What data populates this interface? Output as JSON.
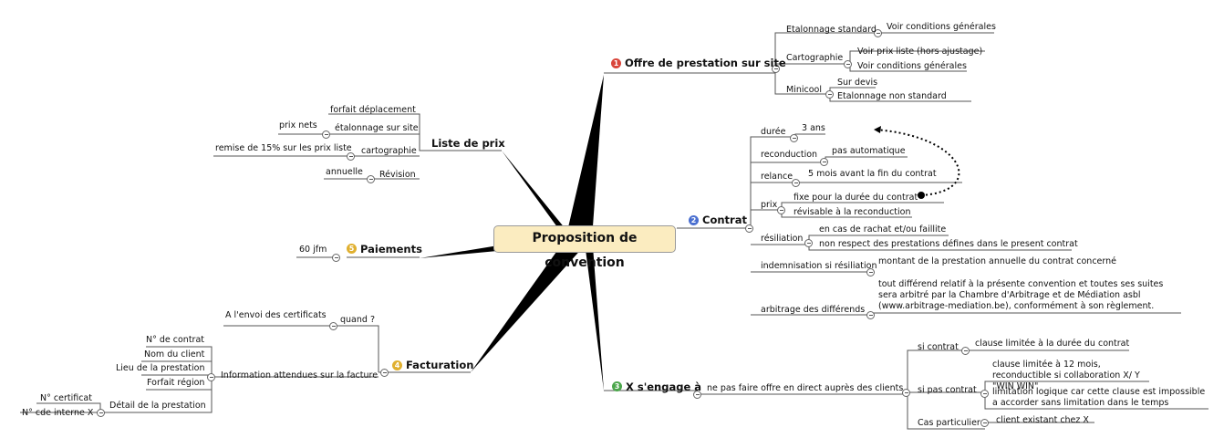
{
  "center": "Proposition de convention",
  "branch1": {
    "num": "1",
    "title": "Offre de prestation sur site",
    "etalonnage": "Etalonnage standard",
    "etalonnage_detail": "Voir conditions générales",
    "carto": "Cartographie",
    "carto_a": "Voir prix liste (hors ajustage)",
    "carto_b": "Voir conditions générales",
    "minicool": "Minicool",
    "minicool_a": "Sur devis",
    "minicool_b": "Etalonnage non standard"
  },
  "branch2": {
    "num": "2",
    "title": "Contrat",
    "duree": "durée",
    "duree_v": "3 ans",
    "recond": "reconduction",
    "recond_v": "pas automatique",
    "relance": "relance",
    "relance_v": "5 mois avant la fin du contrat",
    "prix": "prix",
    "prix_a": "fixe pour la durée du contrat",
    "prix_b": "révisable à la reconduction",
    "resil": "résiliation",
    "resil_a": "en cas de rachat et/ou faillite",
    "resil_b": "non respect des prestations défines dans le present contrat",
    "indem": "indemnisation si résiliation",
    "indem_v": "montant de la prestation annuelle du contrat concerné",
    "arbit": "arbitrage des différends",
    "arbit_v": "tout différend relatif à la présente convention et toutes ses suites sera arbitré par la Chambre d'Arbitrage et de Médiation asbl (www.arbitrage-mediation.be), conformément à son règlement."
  },
  "branch3": {
    "num": "3",
    "title": "X s'engage à",
    "main": "ne pas faire offre en direct auprès des clients",
    "si": "si contrat",
    "si_v": "clause limitée à la durée du contrat",
    "sipas": "si pas contrat",
    "sipas_a": "clause limitée à 12 mois, reconductible si collaboration X/ Y \"WIN WIN\"",
    "sipas_b": "limitation logique car cette clause est impossible a accorder sans limitation dans le temps",
    "cas": "Cas particulier",
    "cas_v": "client existant chez X"
  },
  "branch4": {
    "num": "4",
    "title": "Facturation",
    "quand": "quand ?",
    "quand_v": "A l'envoi des certificats",
    "info": "Information attendues sur la facture",
    "info_items": [
      "N° de contrat",
      "Nom du client",
      "Lieu de la prestation",
      "Forfait région"
    ],
    "detail": "Détail de la prestation",
    "detail_items": [
      "N° certificat",
      "N° cde interne X"
    ]
  },
  "branch5": {
    "num": "5",
    "title": "Paiements",
    "value": "60 jfm"
  },
  "prix": {
    "title": "Liste de prix",
    "forfait": "forfait déplacement",
    "etal": "étalonnage sur site",
    "etal_v": "prix nets",
    "carto": "cartographie",
    "carto_v": "remise de 15% sur les prix liste",
    "revision": "Révision",
    "revision_v": "annuelle"
  },
  "colors": {
    "center_fill": "#fbecc0",
    "badge1": "#d9463b",
    "badge2": "#4a6fd0",
    "badge3": "#4ba64b",
    "badge4": "#e0b030"
  }
}
